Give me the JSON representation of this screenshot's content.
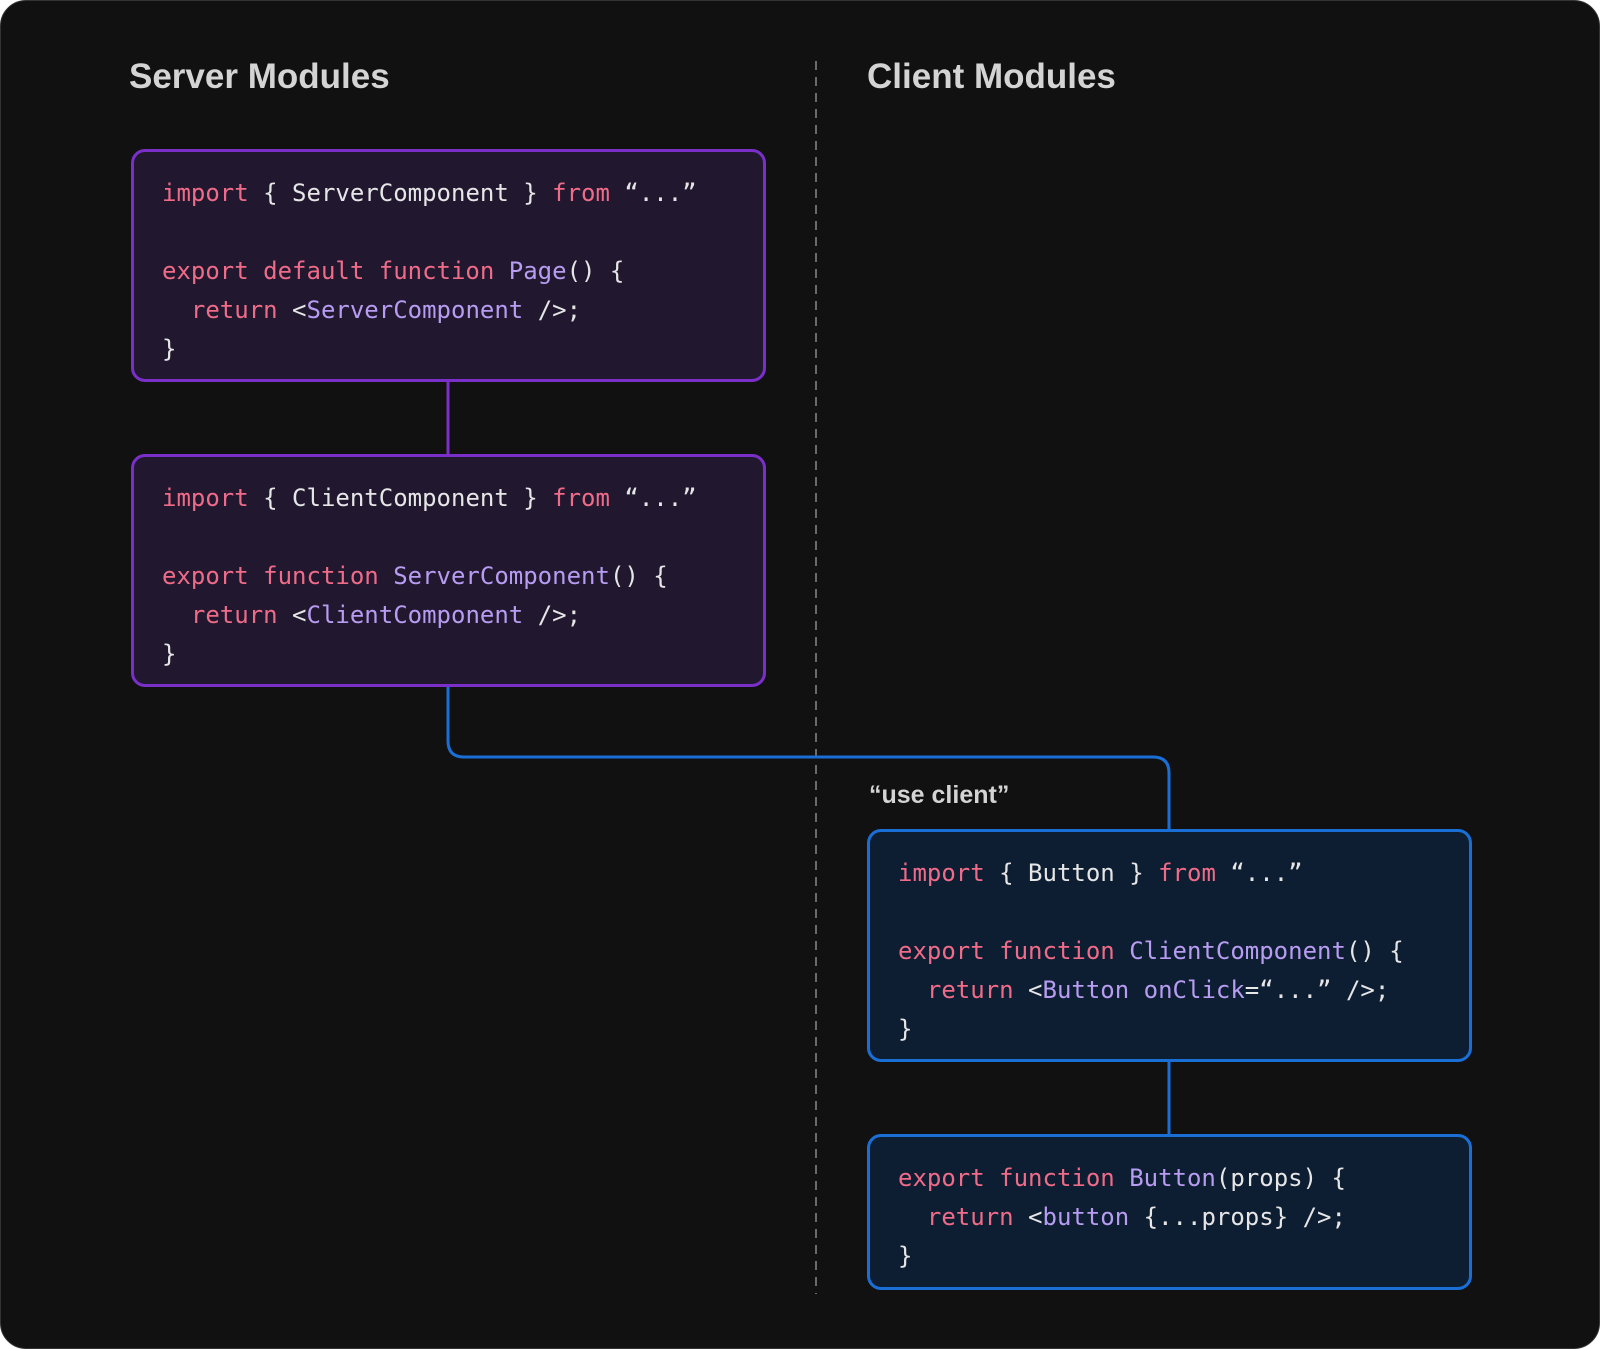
{
  "headings": {
    "server": "Server Modules",
    "client": "Client Modules"
  },
  "directive": "“use client”",
  "colors": {
    "background": "#111111",
    "server_border": "#7b2fc9",
    "server_fill": "#211830",
    "client_border": "#1a6fd6",
    "client_fill": "#0e1e32",
    "divider": "#6b6b6b",
    "keyword": "#ef6b88",
    "function_name": "#b79cf2",
    "plain_text": "#e6e6e6",
    "heading_text": "#d4d4d4"
  },
  "code_blocks": {
    "page": {
      "side": "server",
      "lines": [
        [
          {
            "t": "kw",
            "s": "import"
          },
          {
            "t": "tx",
            "s": " { ServerComponent } "
          },
          {
            "t": "kw",
            "s": "from"
          },
          {
            "t": "tx",
            "s": " “...”"
          }
        ],
        [],
        [
          {
            "t": "kw",
            "s": "export default function "
          },
          {
            "t": "fn",
            "s": "Page"
          },
          {
            "t": "tx",
            "s": "() {"
          }
        ],
        [
          {
            "t": "kw",
            "s": "  return "
          },
          {
            "t": "tx",
            "s": "<"
          },
          {
            "t": "fn",
            "s": "ServerComponent"
          },
          {
            "t": "tx",
            "s": " />;"
          }
        ],
        [
          {
            "t": "tx",
            "s": "}"
          }
        ]
      ]
    },
    "server_component": {
      "side": "server",
      "lines": [
        [
          {
            "t": "kw",
            "s": "import"
          },
          {
            "t": "tx",
            "s": " { ClientComponent } "
          },
          {
            "t": "kw",
            "s": "from"
          },
          {
            "t": "tx",
            "s": " “...”"
          }
        ],
        [],
        [
          {
            "t": "kw",
            "s": "export function "
          },
          {
            "t": "fn",
            "s": "ServerComponent"
          },
          {
            "t": "tx",
            "s": "() {"
          }
        ],
        [
          {
            "t": "kw",
            "s": "  return "
          },
          {
            "t": "tx",
            "s": "<"
          },
          {
            "t": "fn",
            "s": "ClientComponent"
          },
          {
            "t": "tx",
            "s": " />;"
          }
        ],
        [
          {
            "t": "tx",
            "s": "}"
          }
        ]
      ]
    },
    "client_component": {
      "side": "client",
      "lines": [
        [
          {
            "t": "kw",
            "s": "import"
          },
          {
            "t": "tx",
            "s": " { Button } "
          },
          {
            "t": "kw",
            "s": "from"
          },
          {
            "t": "tx",
            "s": " “...”"
          }
        ],
        [],
        [
          {
            "t": "kw",
            "s": "export function "
          },
          {
            "t": "fn",
            "s": "ClientComponent"
          },
          {
            "t": "tx",
            "s": "() {"
          }
        ],
        [
          {
            "t": "kw",
            "s": "  return "
          },
          {
            "t": "tx",
            "s": "<"
          },
          {
            "t": "fn",
            "s": "Button onClick"
          },
          {
            "t": "tx",
            "s": "=“...” />;"
          }
        ],
        [
          {
            "t": "tx",
            "s": "}"
          }
        ]
      ]
    },
    "button": {
      "side": "client",
      "lines": [
        [
          {
            "t": "kw",
            "s": "export function "
          },
          {
            "t": "fn",
            "s": "Button"
          },
          {
            "t": "tx",
            "s": "(props) {"
          }
        ],
        [
          {
            "t": "kw",
            "s": "  return "
          },
          {
            "t": "tx",
            "s": "<"
          },
          {
            "t": "fn",
            "s": "button"
          },
          {
            "t": "tx",
            "s": " {...props} />;"
          }
        ],
        [
          {
            "t": "tx",
            "s": "}"
          }
        ]
      ]
    }
  }
}
